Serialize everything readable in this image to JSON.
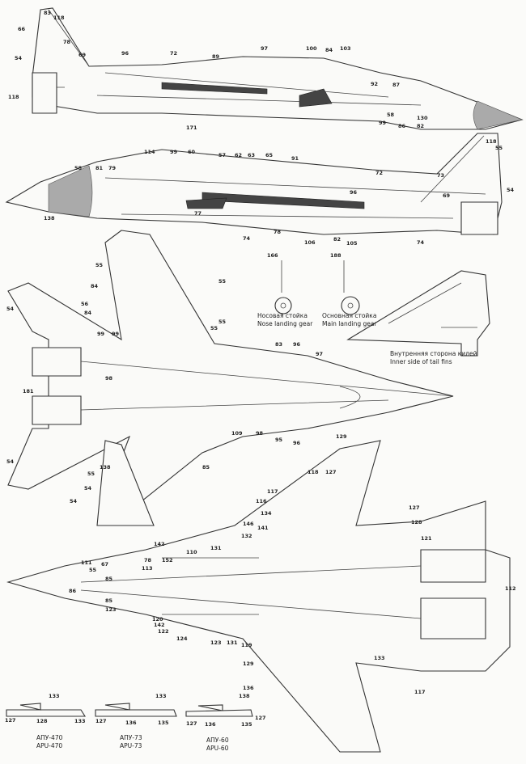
{
  "callouts": [
    "83",
    "118",
    "66",
    "78",
    "54",
    "69",
    "96",
    "72",
    "89",
    "97",
    "100",
    "84",
    "103",
    "92",
    "87",
    "171",
    "58",
    "99",
    "86",
    "130",
    "82",
    "114",
    "99",
    "60",
    "57",
    "62",
    "63",
    "65",
    "91",
    "58",
    "81",
    "79",
    "138",
    "72",
    "96",
    "73",
    "118",
    "55",
    "54",
    "69",
    "77",
    "74",
    "78",
    "106",
    "82",
    "105",
    "74",
    "166",
    "188",
    "55",
    "55",
    "84",
    "54",
    "56",
    "55",
    "99",
    "99",
    "55",
    "84",
    "83",
    "96",
    "97",
    "181",
    "98",
    "54",
    "138",
    "55",
    "54",
    "109",
    "98",
    "95",
    "96",
    "129",
    "85",
    "54",
    "118",
    "127",
    "117",
    "116",
    "127",
    "146",
    "141",
    "134",
    "132",
    "131",
    "128",
    "121",
    "142",
    "110",
    "78",
    "152",
    "113",
    "67",
    "55",
    "111",
    "85",
    "86",
    "85",
    "123",
    "120",
    "142",
    "122",
    "124",
    "123",
    "131",
    "119",
    "133",
    "112",
    "129",
    "136",
    "117",
    "127",
    "118"
  ],
  "captions": {
    "nose_gear_ru": "Носовая стойка",
    "nose_gear_en": "Nose landing gear",
    "main_gear_ru": "Основная стойка",
    "main_gear_en": "Main landing gear",
    "tail_ru": "Внутренняя сторона килей",
    "tail_en": "Inner side of tail fins"
  },
  "pylons": [
    {
      "ru": "АПУ-470",
      "en": "APU-470",
      "labels": [
        "133",
        "127",
        "128",
        "133"
      ]
    },
    {
      "ru": "АПУ-73",
      "en": "APU-73",
      "labels": [
        "133",
        "127",
        "136",
        "135"
      ]
    },
    {
      "ru": "АПУ-60",
      "en": "APU-60",
      "labels": [
        "138",
        "127",
        "136",
        "135"
      ]
    }
  ]
}
